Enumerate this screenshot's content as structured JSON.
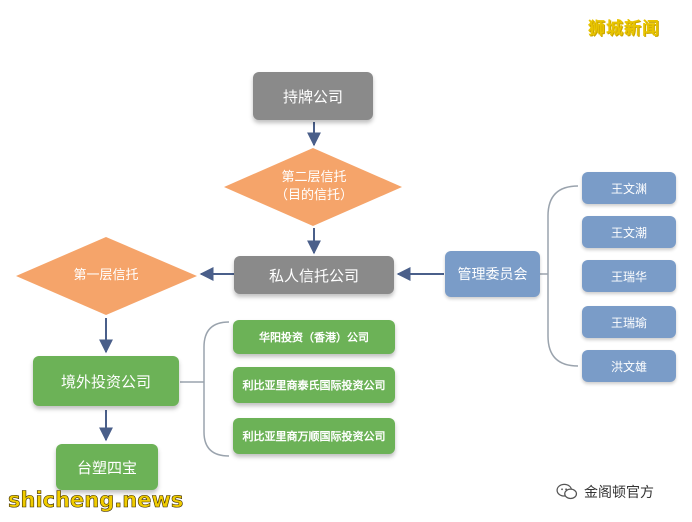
{
  "watermark": {
    "top_right": "狮城新闻",
    "bottom_left": "shicheng.news",
    "bottom_right": "金阁顿官方"
  },
  "nodes": {
    "licensed_company": "持牌公司",
    "second_trust_line1": "第二层信托",
    "second_trust_line2": "（目的信托）",
    "private_trust_company": "私人信托公司",
    "management_committee": "管理委员会",
    "first_trust": "第一层信托",
    "offshore_investment_company": "境外投资公司",
    "taisu_four_treasures": "台塑四宝"
  },
  "committee_members": [
    "王文渊",
    "王文潮",
    "王瑞华",
    "王瑞瑜",
    "洪文雄"
  ],
  "subsidiaries": [
    "华阳投资（香港）公司",
    "利比亚里商泰氏国际投资公司",
    "利比亚里商万顺国际投资公司"
  ],
  "colors": {
    "gray_box": "#8a8a8a",
    "orange_diamond": "#f5a46a",
    "blue_box": "#7a9cc8",
    "green_box": "#6cb257",
    "arrow": "#4a5f8a",
    "bracket": "#9aa3ad"
  }
}
